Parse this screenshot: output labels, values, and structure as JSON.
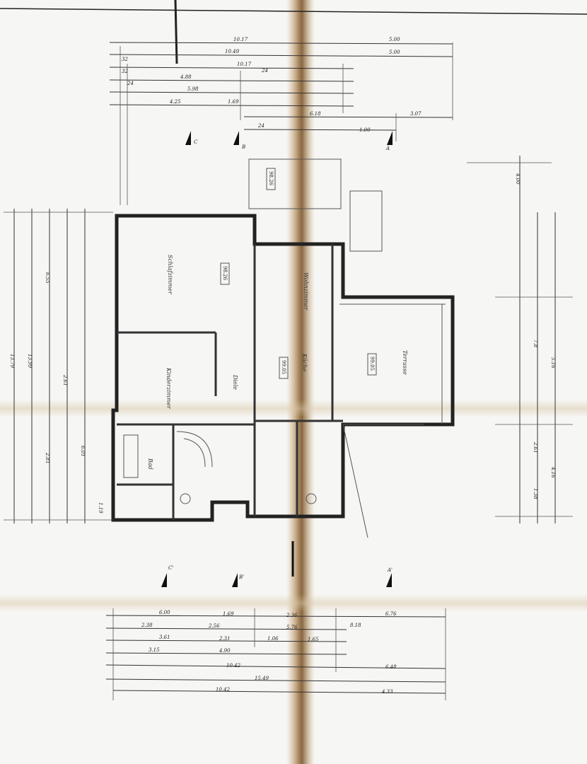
{
  "drawing": {
    "top_dims": [
      "10.17",
      "10.49",
      "10.17",
      "4.88",
      "5.98",
      "4.25",
      "1.69",
      "5.00",
      "5.00",
      "6.18",
      "3.07",
      "1.00",
      "32",
      "32",
      "24",
      "24",
      "24"
    ],
    "bottom_dims": [
      "6.00",
      "1.69",
      "2.36",
      "6.76",
      "2.38",
      "2.56",
      "5.76",
      "8.18",
      "3.61",
      "2.31",
      "1.06",
      "1.65",
      "3.15",
      "4.90",
      "10.42",
      "6.48",
      "15.49",
      "10.42",
      "4.33"
    ],
    "right_dims": [
      "4.00",
      "5.16",
      "7.8",
      "2.61",
      "4.16",
      "1.38"
    ],
    "left_dims": [
      "6.55",
      "2.61",
      "6.01",
      "13.79",
      "13.99",
      "2.81",
      "1.19"
    ],
    "areas": [
      "98.26",
      "98.26",
      "99.05",
      "99.05"
    ],
    "rooms": [
      "Schlafzimmer",
      "Kinderzimmer",
      "Diele",
      "Bad",
      "Küche",
      "Wohnzimmer",
      "Terrasse"
    ],
    "section_marks": [
      "A",
      "B",
      "C",
      "A'",
      "B'",
      "C'"
    ]
  },
  "colors": {
    "paper": "#f6f6f4",
    "ink": "#222222",
    "stain": "#8a5a22"
  }
}
